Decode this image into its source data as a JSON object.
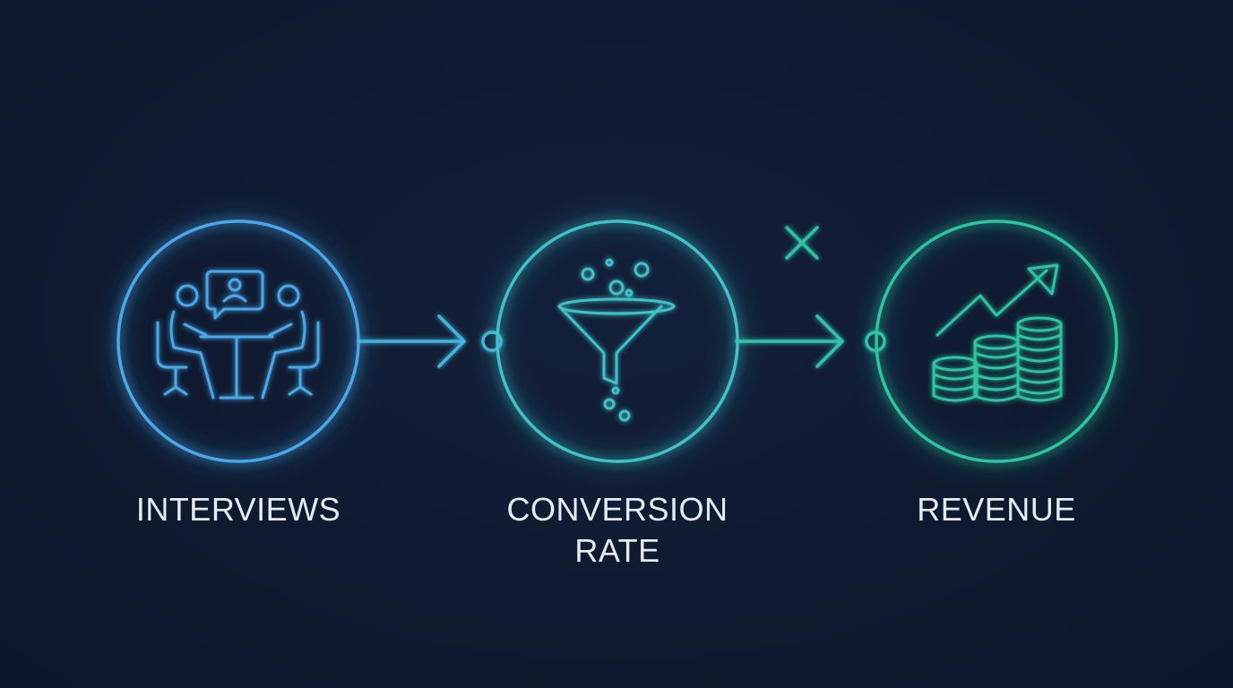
{
  "diagram": {
    "nodes": [
      {
        "id": "interviews",
        "label_lines": [
          "INTERVIEWS"
        ],
        "icon": "interview-meeting-icon",
        "color": "#4aa8ea"
      },
      {
        "id": "conversion",
        "label_lines": [
          "CONVERSION",
          "RATE"
        ],
        "icon": "funnel-icon",
        "color": "#3fc2c6"
      },
      {
        "id": "revenue",
        "label_lines": [
          "REVENUE"
        ],
        "icon": "revenue-growth-icon",
        "color": "#2fc3a2"
      }
    ],
    "operator_symbol": "multiply-icon",
    "background": "#0f1a30",
    "text_color": "#e6ecf3"
  }
}
